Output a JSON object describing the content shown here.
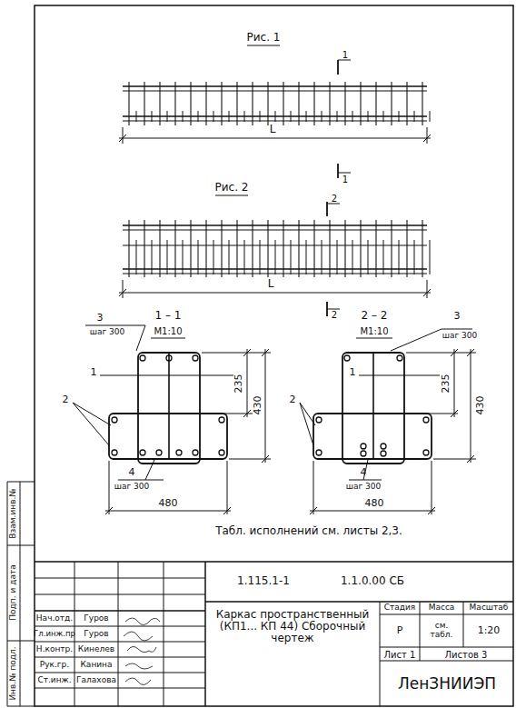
{
  "diagram": {
    "labels": [
      "Рис. 1",
      "1",
      "1",
      "L",
      "Рис. 2",
      "2",
      "2",
      "L",
      "3",
      "шаг 300",
      "1 – 1",
      "М1:10",
      "1",
      "2",
      "235",
      "430",
      "4",
      "шаг 300",
      "480",
      "2 – 2",
      "М1:10",
      "3",
      "шаг 300",
      "1",
      "2",
      "235",
      "430",
      "4",
      "шаг 300",
      "480",
      "Табл. исполнений см. листы 2,3.",
      "1.115.1-1",
      "1.1.0.00 СБ",
      "Каркас пространственный (КП1... КП 44) Сборочный чертеж",
      "Стадия",
      "Масса",
      "Масштаб",
      "Р",
      "см. табл.",
      "1:20",
      "Лист 1",
      "Листов 3",
      "ЛенЗНИИЭП",
      "Нач.отд.",
      "Гуров",
      "Гл.инж.пр",
      "Гуров",
      "Н.контр.",
      "Кинелев",
      "Рук.гр.",
      "Канина",
      "Ст.инж.",
      "Галахова",
      "Взам.инв.№",
      "Подп. и дата",
      "Инв.№ подл."
    ]
  }
}
